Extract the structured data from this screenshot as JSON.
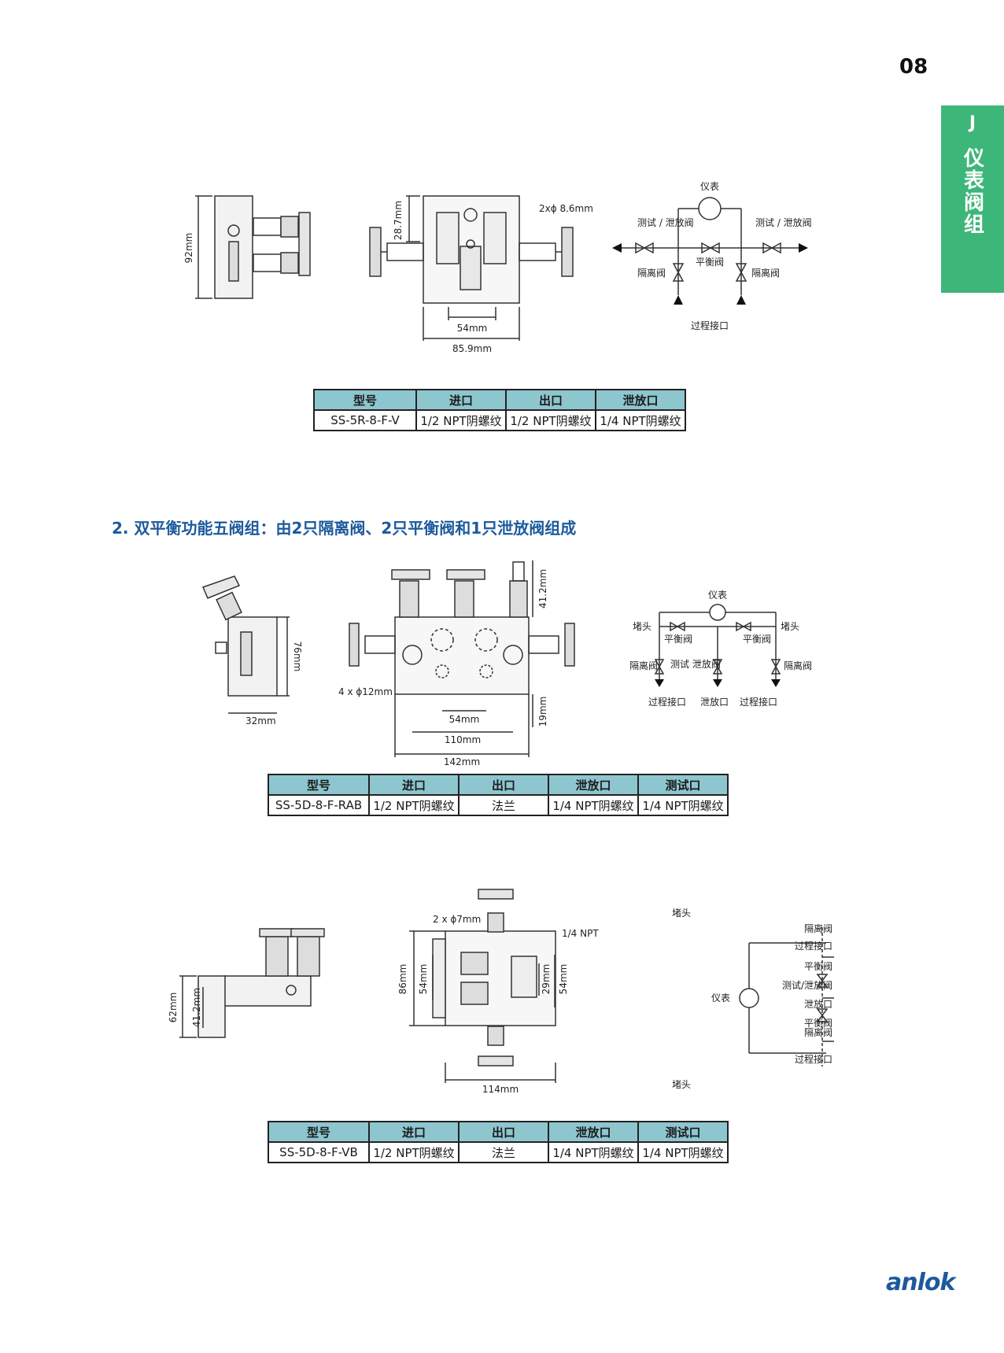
{
  "page_number": "08",
  "side_tab": {
    "letter": "J",
    "title": "仪表阀组"
  },
  "section2_title": "2. 双平衡功能五阀组：由2只隔离阀、2只平衡阀和1只泄放阀组成",
  "drawing1": {
    "dims": {
      "height": "92mm",
      "ports_spacing": "28.7mm",
      "holes": "2xϕ 8.6mm",
      "inner": "54mm",
      "width": "85.9mm"
    },
    "schematic": {
      "instrument": "仪表",
      "test_left": "测试 / 泄放阀",
      "test_right": "测试 / 泄放阀",
      "balance": "平衡阀",
      "isolation_left": "隔离阀",
      "isolation_right": "隔离阀",
      "process": "过程接口"
    }
  },
  "drawing2": {
    "dims": {
      "height": "76mm",
      "depth": "32mm",
      "top": "41.2mm",
      "holes": "4 x ϕ12mm",
      "inner": "54mm",
      "mid": "110mm",
      "width": "142mm",
      "bottom": "19mm"
    },
    "schematic": {
      "instrument": "仪表",
      "plug_left": "堵头",
      "plug_right": "堵头",
      "balance_left": "平衡阀",
      "balance_right": "平衡阀",
      "isolation_left": "隔离阀",
      "isolation_right": "隔离阀",
      "test": "测试 泄放阀",
      "process_left": "过程接口",
      "vent": "泄放口",
      "process_right": "过程接口"
    }
  },
  "drawing3": {
    "dims": {
      "h62": "62mm",
      "h41": "41.2mm",
      "holes": "2 x ϕ7mm",
      "npt": "1/4 NPT",
      "h86": "86mm",
      "h54a": "54mm",
      "h29": "29mm",
      "h54b": "54mm",
      "width": "114mm"
    },
    "schematic": {
      "plug_top": "堵头",
      "isolation_top": "隔离阀",
      "process_top": "过程接口",
      "balance_top": "平衡阀",
      "test": "测试/泄放阀",
      "instrument": "仪表",
      "vent": "泄放口",
      "balance_bottom": "平衡阀",
      "isolation_bottom": "隔离阀",
      "process_bottom": "过程接口",
      "plug_bottom": "堵头"
    }
  },
  "table1": {
    "headers": [
      "型号",
      "进口",
      "出口",
      "泄放口"
    ],
    "row": [
      "SS-5R-8-F-V",
      "1/2 NPT阴螺纹",
      "1/2 NPT阴螺纹",
      "1/4 NPT阴螺纹"
    ]
  },
  "table2": {
    "headers": [
      "型号",
      "进口",
      "出口",
      "泄放口",
      "测试口"
    ],
    "row": [
      "SS-5D-8-F-RAB",
      "1/2 NPT阴螺纹",
      "法兰",
      "1/4 NPT阴螺纹",
      "1/4 NPT阴螺纹"
    ]
  },
  "table3": {
    "headers": [
      "型号",
      "进口",
      "出口",
      "泄放口",
      "测试口"
    ],
    "row": [
      "SS-5D-8-F-VB",
      "1/2 NPT阴螺纹",
      "法兰",
      "1/4 NPT阴螺纹",
      "1/4 NPT阴螺纹"
    ]
  },
  "logo": "anlok"
}
